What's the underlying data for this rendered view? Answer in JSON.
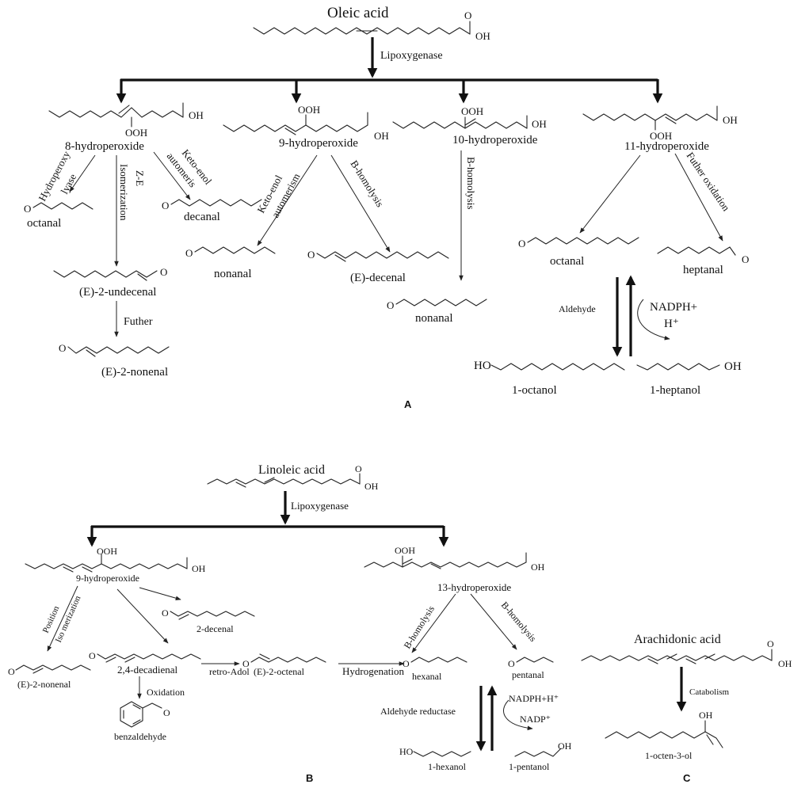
{
  "panels": {
    "a": "A",
    "b": "B",
    "c": "C"
  },
  "a": {
    "substrate": "Oleic acid",
    "enzyme": "Lipoxygenase",
    "hp8": "8-hydroperoxide",
    "hp9": "9-hydroperoxide",
    "hp10": "10-hydroperoxide",
    "hp11": "11-hydroperoxide",
    "hydroperoxy": "Hydroperoxy",
    "lyase": "lyase",
    "ze": "Z-E",
    "isomerization": "Isomerization",
    "ketoenol1": "Keto-enol",
    "automeris": "automeris",
    "ketoenol2": "Keto-enol",
    "automerism": "automerism",
    "bhomolysis1": "B-homolysis",
    "bhomolysis2": "B-homolysis",
    "futher_oxidation": "Futher oxidation",
    "futher": "Futher",
    "aldehyde": "Aldehyde",
    "nadph": "NADPH+",
    "hplus": "H⁺",
    "octanal1": "octanal",
    "decanal": "decanal",
    "undecenal": "(E)-2-undecenal",
    "nonenal": "(E)-2-nonenal",
    "nonanal1": "nonanal",
    "edecenal": "(E)-decenal",
    "nonanal2": "nonanal",
    "octanal2": "octanal",
    "heptanal": "heptanal",
    "octanol": "1-octanol",
    "heptanol": "1-heptanol"
  },
  "b": {
    "substrate": "Linoleic acid",
    "enzyme": "Lipoxygenase",
    "hp9": "9-hydroperoxide",
    "hp13": "13-hydroperoxide",
    "position": "Position",
    "isomerization": "Iso merization",
    "bhomolysis1": "B-homolysis",
    "bhomolysis2": "B-homolysis",
    "retroadol": "retro-Adol",
    "hydrogenation": "Hydrogenation",
    "oxidation": "Oxidation",
    "aldehyde_reductase": "Aldehyde reductase",
    "nadph_h": "NADPH+H⁺",
    "nadp": "NADP⁺",
    "decenal2": "2-decenal",
    "nonenal": "(E)-2-nonenal",
    "decadienal": "2,4-decadienal",
    "octenal": "(E)-2-octenal",
    "hexanal": "hexanal",
    "pentanal": "pentanal",
    "benzaldehyde": "benzaldehyde",
    "hexanol": "1-hexanol",
    "pentanol": "1-pentanol"
  },
  "c": {
    "substrate": "Arachidonic acid",
    "catabolism": "Catabolism",
    "octenol": "1-octen-3-ol"
  },
  "groups": {
    "cooh": "OH",
    "ooh": "OOH",
    "oh": "OH",
    "ho": "HO",
    "o": "O"
  }
}
